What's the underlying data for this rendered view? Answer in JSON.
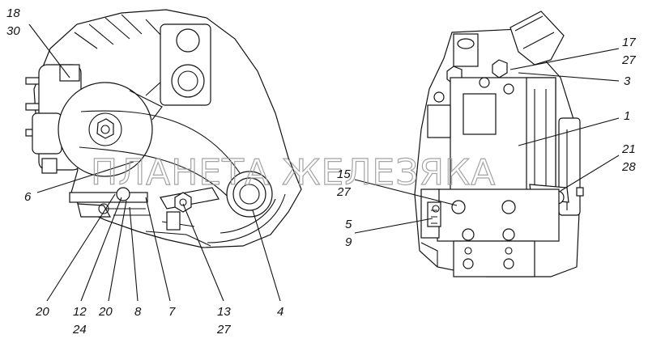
{
  "watermark": "ПЛАНЕТА ЖЕЛЕЗЯКА",
  "callouts": [
    {
      "id": "c-18-30",
      "lines": [
        "18",
        "30"
      ]
    },
    {
      "id": "c-6",
      "lines": [
        "6"
      ]
    },
    {
      "id": "c-20a",
      "lines": [
        "20"
      ]
    },
    {
      "id": "c-12-24",
      "lines": [
        "12",
        "24"
      ]
    },
    {
      "id": "c-20b",
      "lines": [
        "20"
      ]
    },
    {
      "id": "c-8",
      "lines": [
        "8"
      ]
    },
    {
      "id": "c-7",
      "lines": [
        "7"
      ]
    },
    {
      "id": "c-13-27",
      "lines": [
        "13",
        "27"
      ]
    },
    {
      "id": "c-4",
      "lines": [
        "4"
      ]
    },
    {
      "id": "c-17-27",
      "lines": [
        "17",
        "27"
      ]
    },
    {
      "id": "c-3",
      "lines": [
        "3"
      ]
    },
    {
      "id": "c-1",
      "lines": [
        "1"
      ]
    },
    {
      "id": "c-21-28",
      "lines": [
        "21",
        "28"
      ]
    },
    {
      "id": "c-15-27",
      "lines": [
        "15",
        "27"
      ]
    },
    {
      "id": "c-5-9",
      "lines": [
        "5",
        "9"
      ]
    }
  ]
}
